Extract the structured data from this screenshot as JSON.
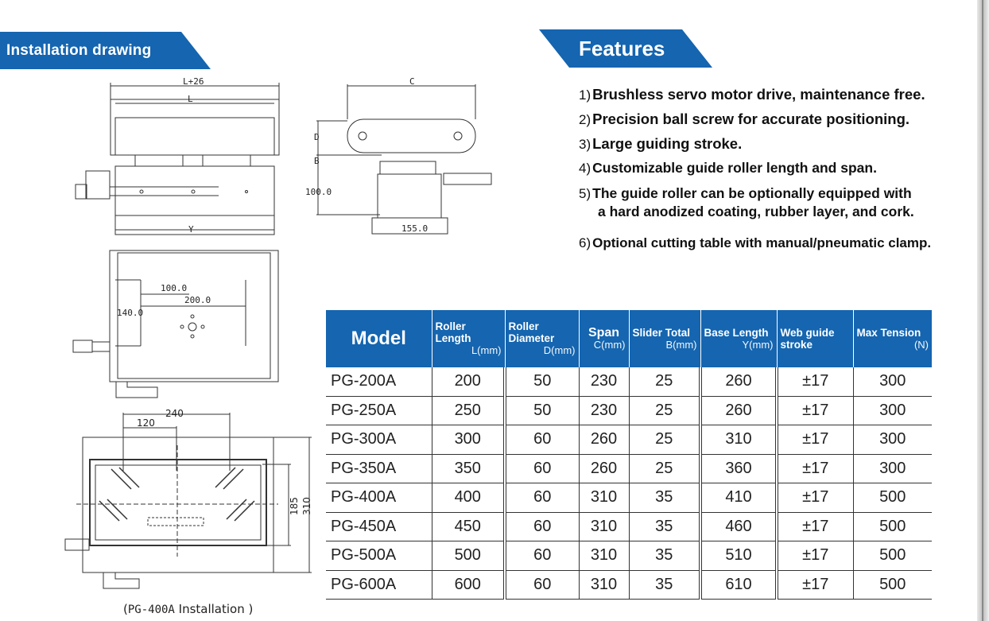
{
  "installation_title": "Installation drawing",
  "features_title": "Features",
  "features": [
    {
      "num": "1)",
      "text": "Brushless servo motor drive, maintenance free."
    },
    {
      "num": "2)",
      "text": "Precision ball screw for accurate positioning."
    },
    {
      "num": "3)",
      "text": "Large guiding stroke."
    },
    {
      "num": "4)",
      "text": "Customizable guide roller length and span."
    },
    {
      "num": "5)",
      "text": "The guide roller can be optionally equipped with",
      "text2": "a hard anodized coating, rubber layer, and cork."
    },
    {
      "num": "6)",
      "text": "Optional cutting table with manual/pneumatic clamp."
    }
  ],
  "drawing_labels": {
    "l_plus": "L+26",
    "l": "L",
    "y": "Y",
    "c": "C",
    "d": "D",
    "b": "B",
    "h100": "100.0",
    "w155": "155.0",
    "d100": "100.0",
    "d200": "200.0",
    "d140": "140.0",
    "d240": "240",
    "d120": "120",
    "d185": "185",
    "d310": "310"
  },
  "caption": {
    "open": "(",
    "code": "PG-400A",
    "rest": " Installation )"
  },
  "table": {
    "headers": [
      {
        "title": "Model",
        "unit": ""
      },
      {
        "title": "Roller Length",
        "unit": "L(mm)"
      },
      {
        "title": "Roller Diameter",
        "unit": "D(mm)"
      },
      {
        "title": "Span",
        "unit": "C(mm)"
      },
      {
        "title": "Slider Total",
        "unit": "B(mm)"
      },
      {
        "title": "Base Length",
        "unit": "Y(mm)"
      },
      {
        "title": "Web guide stroke",
        "unit": ""
      },
      {
        "title": "Max Tension",
        "unit": "(N)"
      }
    ],
    "rows": [
      [
        "PG-200A",
        "200",
        "50",
        "230",
        "25",
        "260",
        "±17",
        "300"
      ],
      [
        "PG-250A",
        "250",
        "50",
        "230",
        "25",
        "260",
        "±17",
        "300"
      ],
      [
        "PG-300A",
        "300",
        "60",
        "260",
        "25",
        "310",
        "±17",
        "300"
      ],
      [
        "PG-350A",
        "350",
        "60",
        "260",
        "25",
        "360",
        "±17",
        "300"
      ],
      [
        "PG-400A",
        "400",
        "60",
        "310",
        "35",
        "410",
        "±17",
        "500"
      ],
      [
        "PG-450A",
        "450",
        "60",
        "310",
        "35",
        "460",
        "±17",
        "500"
      ],
      [
        "PG-500A",
        "500",
        "60",
        "310",
        "35",
        "510",
        "±17",
        "500"
      ],
      [
        "PG-600A",
        "600",
        "60",
        "310",
        "35",
        "610",
        "±17",
        "500"
      ]
    ]
  },
  "colors": {
    "accent": "#1565b0"
  }
}
